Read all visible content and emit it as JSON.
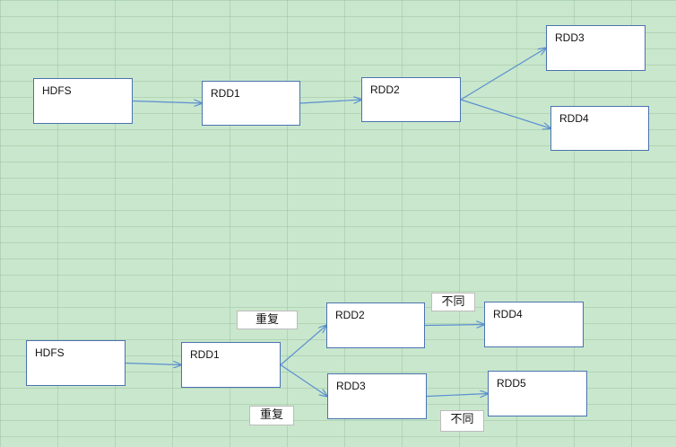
{
  "top": {
    "nodes": {
      "hdfs": "HDFS",
      "rdd1": "RDD1",
      "rdd2": "RDD2",
      "rdd3": "RDD3",
      "rdd4": "RDD4"
    },
    "edges": [
      [
        "hdfs",
        "rdd1"
      ],
      [
        "rdd1",
        "rdd2"
      ],
      [
        "rdd2",
        "rdd3"
      ],
      [
        "rdd2",
        "rdd4"
      ]
    ]
  },
  "bottom": {
    "nodes": {
      "hdfs": "HDFS",
      "rdd1": "RDD1",
      "rdd2": "RDD2",
      "rdd3": "RDD3",
      "rdd4": "RDD4",
      "rdd5": "RDD5"
    },
    "edges": [
      [
        "hdfs",
        "rdd1"
      ],
      [
        "rdd1",
        "rdd2"
      ],
      [
        "rdd1",
        "rdd3"
      ],
      [
        "rdd2",
        "rdd4"
      ],
      [
        "rdd3",
        "rdd5"
      ]
    ],
    "notes": {
      "repeat_upper": "重复",
      "repeat_lower": "重复",
      "different_upper": "不同",
      "different_lower": "不同"
    }
  },
  "colors": {
    "edge": "#5b8fd1",
    "node_border": "#4a73b0",
    "background": "#c9e7cc"
  }
}
